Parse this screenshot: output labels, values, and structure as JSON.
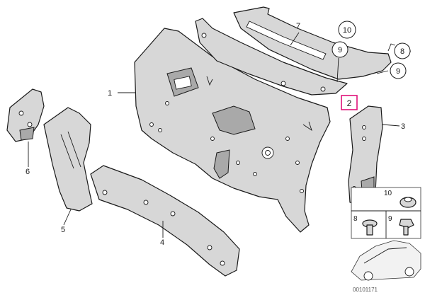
{
  "callouts": {
    "part_1": "1",
    "part_2": "2",
    "part_3": "3",
    "part_4": "4",
    "part_5": "5",
    "part_6": "6",
    "part_7": "7",
    "ref_8": "8",
    "ref_9a": "9",
    "ref_9b": "9",
    "ref_10": "10"
  },
  "legend": {
    "item_10": "10",
    "item_8": "8",
    "item_9": "9"
  },
  "catalog_id": "00101171",
  "colors": {
    "highlight": "#e0127a",
    "part_fill": "#d7d7d7"
  }
}
